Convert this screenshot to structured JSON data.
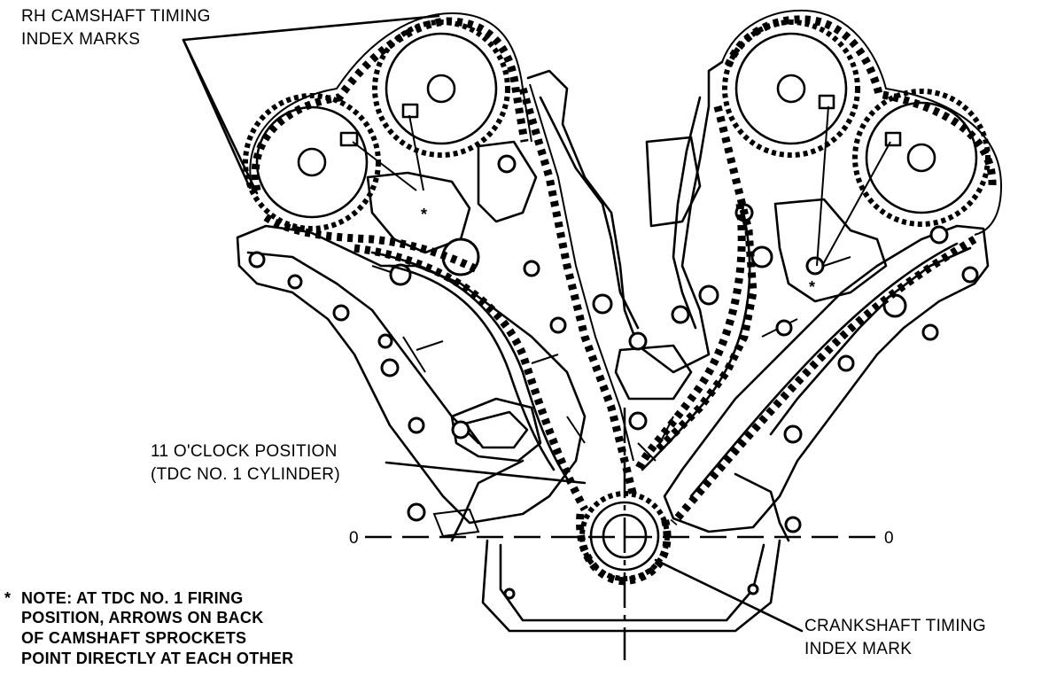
{
  "labels": {
    "rh_marks": [
      "RH CAMSHAFT TIMING",
      "INDEX MARKS"
    ],
    "clock_position": [
      "11 O'CLOCK POSITION",
      "(TDC NO. 1 CYLINDER)"
    ],
    "note": [
      "NOTE: AT TDC NO. 1 FIRING",
      "POSITION, ARROWS ON BACK",
      "OF CAMSHAFT SPROCKETS",
      "POINT DIRECTLY AT EACH OTHER"
    ],
    "crank_mark": [
      "CRANKSHAFT TIMING",
      "INDEX MARK"
    ],
    "zero_left": "0",
    "zero_right": "0",
    "asterisk": "*"
  }
}
